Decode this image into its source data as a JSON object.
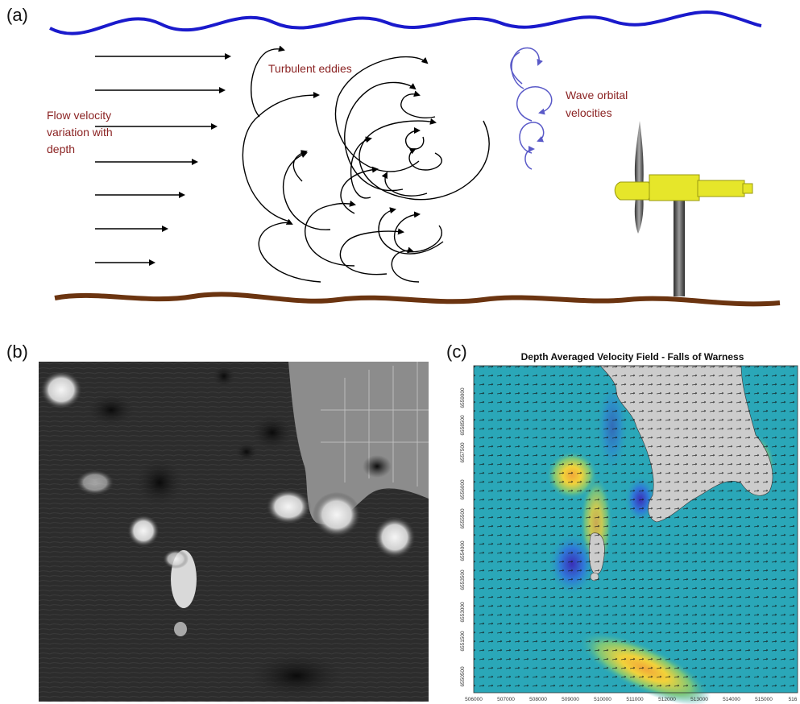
{
  "labels": {
    "a": "(a)",
    "b": "(b)",
    "c": "(c)"
  },
  "diagram_a": {
    "flow_label": [
      "Flow velocity",
      "variation with",
      "depth"
    ],
    "eddies_label": "Turbulent eddies",
    "wave_label": [
      "Wave orbital",
      "velocities"
    ],
    "colors": {
      "surface": "#1a1acc",
      "seabed": "#6b3410",
      "text": "#8b2323",
      "wave_orbit": "#5a5ac8",
      "turbine": "#e6e62a"
    }
  },
  "panel_c": {
    "title": "Depth Averaged Velocity Field - Falls of Warness",
    "x_ticks": [
      "506000",
      "507000",
      "508000",
      "509000",
      "510000",
      "511000",
      "512000",
      "513000",
      "514000",
      "515000",
      "516"
    ],
    "y_ticks": [
      "6559000",
      "6558500",
      "6557500",
      "6556000",
      "6555500",
      "6554000",
      "6553500",
      "6553000",
      "6551500",
      "6550500"
    ],
    "colors": {
      "low": "#3a2fb8",
      "mid": "#2aa7b8",
      "high": "#f2d23a",
      "land": "#cccccc"
    }
  }
}
